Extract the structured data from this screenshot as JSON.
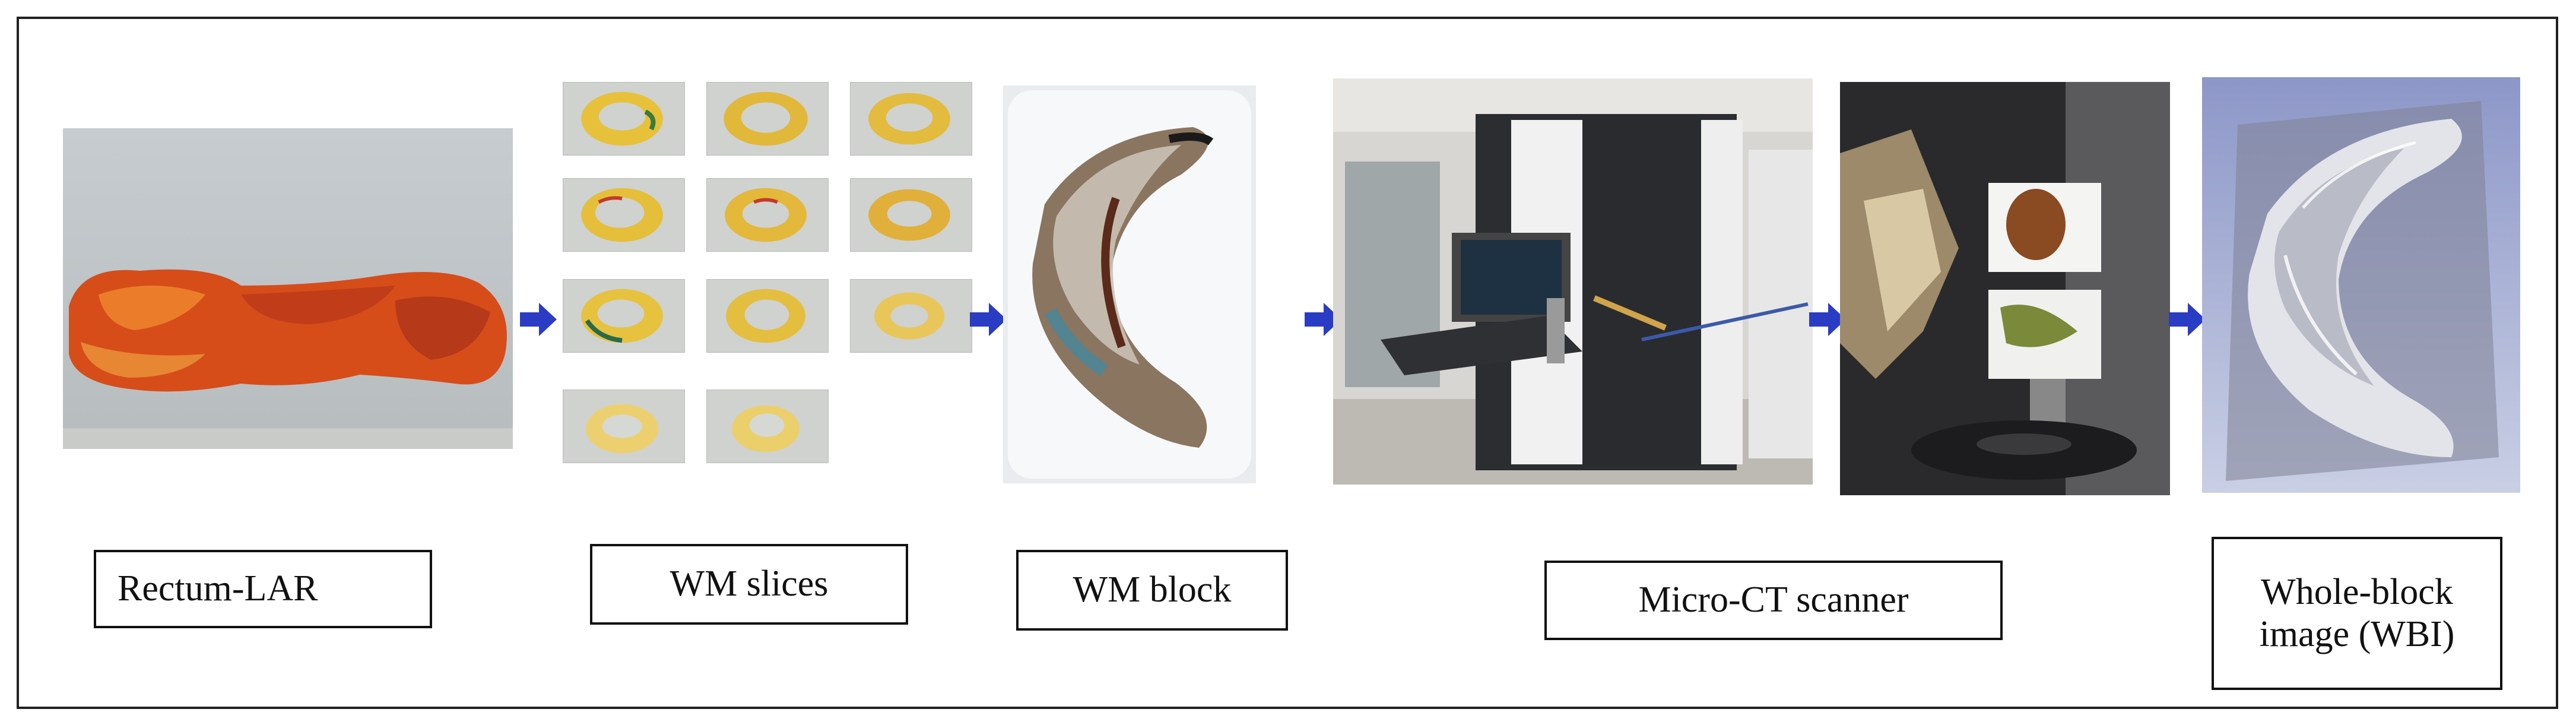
{
  "labels": {
    "rectum": "Rectum-LAR",
    "slices": "WM slices",
    "block": "WM block",
    "scanner": "Micro-CT scanner",
    "wbi_line1": "Whole-block",
    "wbi_line2": "image (WBI)"
  },
  "colors": {
    "arrow": "#2b3cc4",
    "border": "#222222",
    "tissue": "#d9531e",
    "slice_tissue": "#e8c23a"
  }
}
